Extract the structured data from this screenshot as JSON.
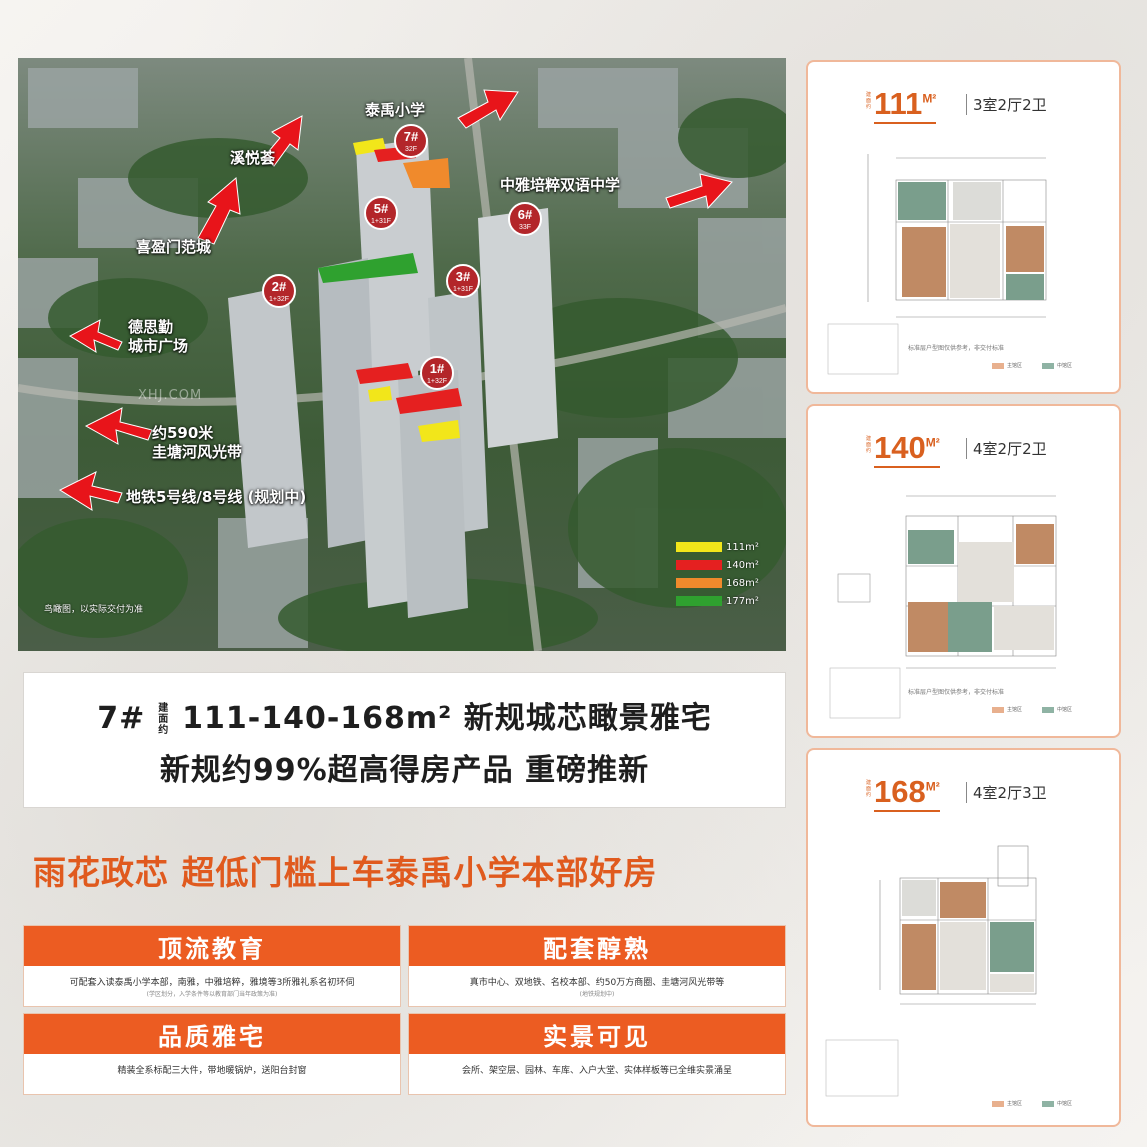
{
  "aerial": {
    "callouts": {
      "taiyu_primary": "泰禹小学",
      "xiyuehui": "溪悦荟",
      "xiyingmen": "喜盈门范城",
      "zhongya": "中雅培粹双语中学",
      "desiqin": [
        "德思勤",
        "城市广场"
      ],
      "guitang": [
        "约590米",
        "圭塘河风光带"
      ],
      "metro": "地铁5号线/8号线 (规划中)"
    },
    "watermark": "XHJ.COM",
    "note": "鸟瞰图，以实际交付为准",
    "buildings": [
      {
        "num": "7#",
        "floors": "32F"
      },
      {
        "num": "5#",
        "floors": "1+31F"
      },
      {
        "num": "6#",
        "floors": "33F"
      },
      {
        "num": "2#",
        "floors": "1+32F"
      },
      {
        "num": "3#",
        "floors": "1+31F"
      },
      {
        "num": "1#",
        "floors": "1+32F"
      }
    ],
    "legend": [
      {
        "label": "111m²",
        "color": "#f2e61a"
      },
      {
        "label": "140m²",
        "color": "#e52020"
      },
      {
        "label": "168m²",
        "color": "#f08a2c"
      },
      {
        "label": "177m²",
        "color": "#2fa12f"
      }
    ]
  },
  "headline": {
    "prefix": "7#",
    "small": "建面约",
    "line1_rest": "111-140-168m² 新规城芯瞰景雅宅",
    "line2": "新规约99%超高得房产品  重磅推新"
  },
  "slogan": "雨花政芯   超低门槛上车泰禹小学本部好房",
  "cards": [
    {
      "title": "顶流教育",
      "desc": "可配套入读泰禹小学本部，南雅，中雅培粹，雅境等3所雅礼系名初环伺",
      "note": "(学区划分，入学条件等以教育部门当年政策为准)"
    },
    {
      "title": "配套醇熟",
      "desc": "真市中心、双地铁、名校本部、约50万方商圈、圭塘河风光带等",
      "note": "(地铁规划中)"
    },
    {
      "title": "品质雅宅",
      "desc": "精装全系标配三大件，带地暖锅炉，送阳台封窗",
      "note": ""
    },
    {
      "title": "实景可见",
      "desc": "会所、架空层、园林、车库、入户大堂、实体样板等已全维实景涌呈",
      "note": ""
    }
  ],
  "plans": [
    {
      "area": "111",
      "unit": "M²",
      "est": "建面约",
      "rooms": "3室2厅2卫",
      "foot": "标准层户型图仅供参考，非交付标准",
      "key_a": "主馆区",
      "key_b": "中馆区"
    },
    {
      "area": "140",
      "unit": "M²",
      "est": "建面约",
      "rooms": "4室2厅2卫",
      "foot": "标准层户型图仅供参考，非交付标准",
      "key_a": "主馆区",
      "key_b": "中馆区"
    },
    {
      "area": "168",
      "unit": "M²",
      "est": "建面约",
      "rooms": "4室2厅3卫",
      "foot": "",
      "key_a": "主馆区",
      "key_b": "中馆区"
    }
  ],
  "colors": {
    "accent_orange": "#ec5c22",
    "slogan_orange": "#e05a1e",
    "arrow_red": "#e8141a",
    "tag_red": "#b3262a"
  }
}
